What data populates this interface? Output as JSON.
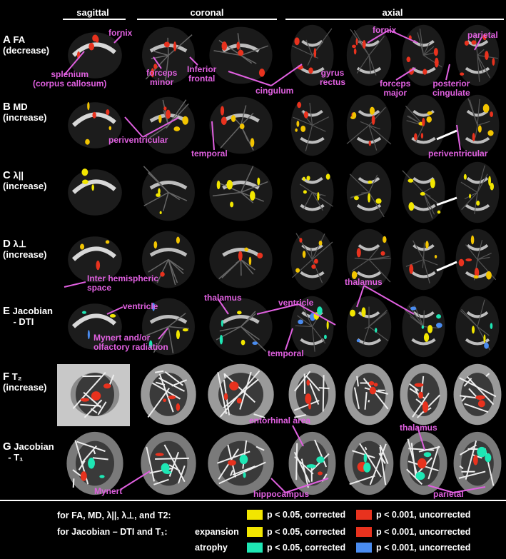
{
  "headers": {
    "sagittal": "sagittal",
    "coronal": "coronal",
    "axial": "axial"
  },
  "rows": [
    {
      "letter": "A",
      "label": "FA",
      "sub": "(decrease)"
    },
    {
      "letter": "B",
      "label": "MD",
      "sub": "(increase)"
    },
    {
      "letter": "C",
      "label": "λ||",
      "sub": "(increase)"
    },
    {
      "letter": "D",
      "label": "λ⊥",
      "sub": "(increase)"
    },
    {
      "letter": "E",
      "label": "Jacobian",
      "sub": "- DTI"
    },
    {
      "letter": "F",
      "label": "T₂",
      "sub": "(increase)"
    },
    {
      "letter": "G",
      "label": "Jacobian",
      "sub": "- T₁"
    }
  ],
  "annotations": {
    "fornix1": "fornix",
    "splenium": "splenium\n(corpus callosum)",
    "forceps_minor": "forceps\nminor",
    "inferior_frontal": "Inferior\nfrontal",
    "cingulum": "cingulum",
    "gyrus_rectus": "gyrus\nrectus",
    "fornix2": "fornix",
    "forceps_major": "forceps\nmajor",
    "posterior_cingulate": "posterior\ncingulate",
    "parietal1": "parietal",
    "periventricular1": "periventricular",
    "temporal1": "temporal",
    "periventricular2": "periventricular",
    "inter_hemispheric": "Inter hemispheric\nspace",
    "ventricle1": "ventricle",
    "thalamus1": "thalamus",
    "ventricle2": "ventricle",
    "thalamus2": "thalamus",
    "mynert_olfactory": "Mynert and/or\nolfactory radiation",
    "temporal2": "temporal",
    "entorhinal": "entorhinal area",
    "thalamus3": "thalamus",
    "mynert": "Mynert",
    "hippocampus": "hippocampus",
    "parietal2": "parietal"
  },
  "legend": {
    "line1_label": "for FA, MD, λ||, λ⊥, and T2:",
    "line2_label": "for Jacobian – DTI and T₁:",
    "expansion": "expansion",
    "atrophy": "atrophy",
    "corrected": "p < 0.05, corrected",
    "uncorrected": "p < 0.001, uncorrected",
    "colors": {
      "yellow": "#f2e600",
      "red": "#e8321e",
      "cyan": "#1ee6b4",
      "blue": "#4a8cf0"
    }
  }
}
